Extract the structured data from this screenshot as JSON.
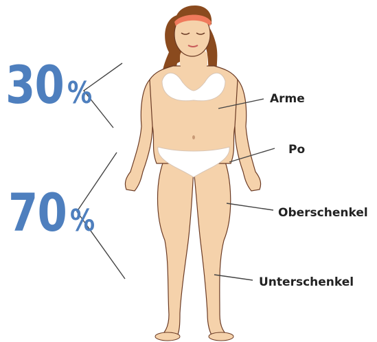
{
  "colors": {
    "accent": "#4e7fbe",
    "skin": "#f5d2ab",
    "skin_shadow": "#e7b58a",
    "outline": "#6a3a24",
    "hair": "#8a4a1e",
    "headband": "#f07a5c",
    "underwear": "#ffffff",
    "line": "#444444"
  },
  "icons": {
    "figure": "female-body-illustration",
    "upper_bracket": "bracket-icon",
    "lower_bracket": "bracket-icon"
  },
  "percentages": {
    "upper": {
      "number": "30",
      "symbol": "%"
    },
    "lower": {
      "number": "70",
      "symbol": "%"
    }
  },
  "labels": {
    "arme": "Arme",
    "po": "Po",
    "oberschenkel": "Oberschenkel",
    "unterschenkel": "Unterschenkel"
  }
}
